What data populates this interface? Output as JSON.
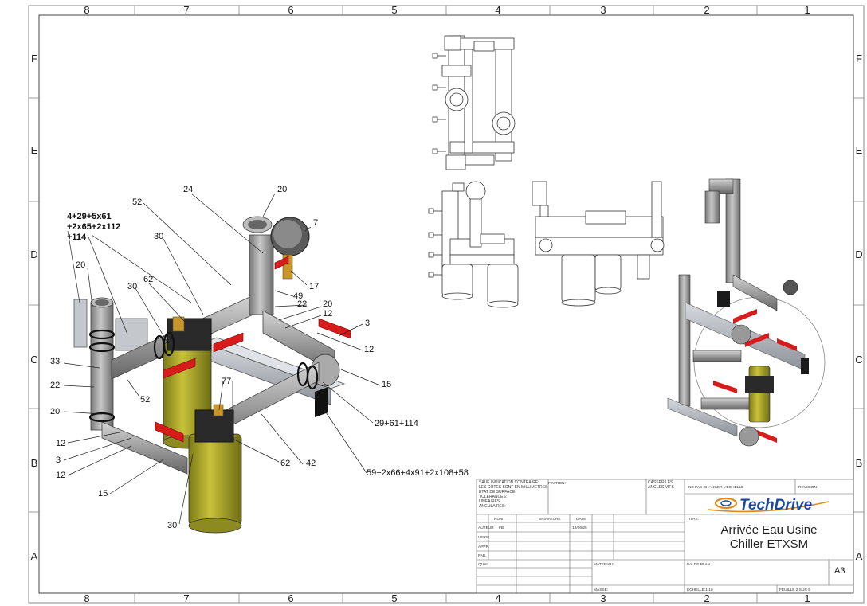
{
  "grid": {
    "columns": [
      "8",
      "7",
      "6",
      "5",
      "4",
      "3",
      "2",
      "1"
    ],
    "rows": [
      "F",
      "E",
      "D",
      "C",
      "B",
      "A"
    ]
  },
  "balloons": {
    "b24": "24",
    "b20a": "20",
    "b7": "7",
    "b52a": "52",
    "b30a": "30",
    "qtyline1": "4+29+5x61",
    "qtyline2": "+2x65+2x112",
    "qtyline3": "+114",
    "b20b": "20",
    "b30b": "30",
    "b62a": "62",
    "b17": "17",
    "b49": "49",
    "b22a": "22",
    "b20c": "20",
    "b12a": "12",
    "b3a": "3",
    "b12b": "12",
    "b33": "33",
    "b22b": "22",
    "b52b": "52",
    "b77": "77",
    "b15a": "15",
    "b20d": "20",
    "b29": "29+61+114",
    "b12c": "12",
    "b3b": "3",
    "b12d": "12",
    "b62b": "62",
    "b42": "42",
    "b59": "59+2x66+4x91+2x108+58",
    "b15b": "15",
    "b30c": "30"
  },
  "title_block": {
    "tolerance_note": "SAUF INDICATION CONTRAIRE:\nLES COTES SONT EN MILLIMETRES\nETAT DE SURFACE:\nTOLERANCES:\n  LINEAIRES:\n  ANGULAIRES:",
    "finish_label": "FINITION:",
    "edges_label": "CASSER LES\nANGLES VIFS",
    "no_scale_label": "NE PAS CHANGER L'ECHELLE",
    "revision_label": "REVISION",
    "logo_text": "TechDrive",
    "col_nom": "NOM",
    "col_signature": "SIGNATURE",
    "col_date": "DATE",
    "row_auteur": "AUTEUR",
    "author_value": "FB",
    "date_value": "12/06/25",
    "row_verif": "VERIF.",
    "row_appr": "APPR.",
    "row_fab": "FAB.",
    "row_qual": "QUAL.",
    "material_label": "MATERIAU:",
    "title_label": "TITRE:",
    "title_line1": "Arrivée Eau Usine",
    "title_line2": "Chiller ETXSM",
    "plan_label": "No. DE PLAN",
    "format_value": "A3",
    "mass_label": "MASSE:",
    "scale_label": "ECHELLE:1:10",
    "sheet_label": "FEUILLE 2 SUR 5"
  },
  "colors": {
    "pipe_grey": "#9a9a9a",
    "handle_red": "#d81c1c",
    "filter_yellow": "#b7b22a",
    "filter_black": "#2a2a2a",
    "rail_grey": "#b8bcc4",
    "brass": "#c9962c",
    "logo_orange": "#e08a1e",
    "logo_blue": "#1a4aa0"
  }
}
